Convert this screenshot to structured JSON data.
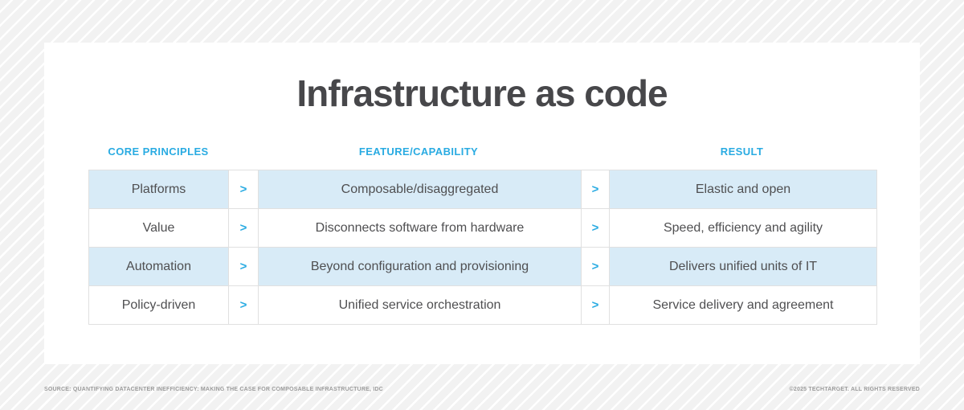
{
  "page": {
    "title": "Infrastructure as code",
    "background_color": "#f2f2f2",
    "card_color": "#ffffff"
  },
  "colors": {
    "accent_cyan": "#29abe2",
    "row_highlight_blue": "#d8ebf7",
    "title_gray": "#47474a",
    "cell_text_gray": "#4f4f51",
    "footer_gray": "#9c9c9c",
    "grid_line": "#e0e0e0"
  },
  "table": {
    "headers": [
      "CORE PRINCIPLES",
      "FEATURE/CAPABILITY",
      "RESULT"
    ],
    "chevron": ">",
    "rows": [
      {
        "principle": "Platforms",
        "feature": "Composable/disaggregated",
        "result": "Elastic and open",
        "highlighted": true
      },
      {
        "principle": "Value",
        "feature": "Disconnects software from hardware",
        "result": "Speed, efficiency and agility",
        "highlighted": false
      },
      {
        "principle": "Automation",
        "feature": "Beyond configuration and provisioning",
        "result": "Delivers unified units of IT",
        "highlighted": true
      },
      {
        "principle": "Policy-driven",
        "feature": "Unified service orchestration",
        "result": "Service delivery and agreement",
        "highlighted": false
      }
    ]
  },
  "footer": {
    "source": "SOURCE: QUANTIFYING DATACENTER INEFFICIENCY: MAKING THE CASE FOR COMPOSABLE INFRASTRUCTURE, IDC",
    "copyright": "©2025 TECHTARGET. ALL RIGHTS RESERVED"
  }
}
